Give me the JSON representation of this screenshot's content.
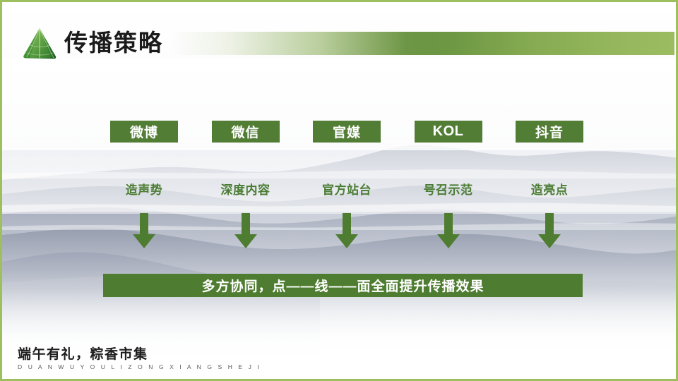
{
  "slide": {
    "title": "传播策略",
    "logo_icon": "zongzi-icon",
    "accent_color": "#527d35",
    "header_gradient_color": "#6d9743",
    "border_color": "#9dbf5e"
  },
  "channels": [
    {
      "name": "微博",
      "role": "造声势",
      "arrow_icon": "down-arrow-icon"
    },
    {
      "name": "微信",
      "role": "深度内容",
      "arrow_icon": "down-arrow-icon"
    },
    {
      "name": "官媒",
      "role": "官方站台",
      "arrow_icon": "down-arrow-icon"
    },
    {
      "name": "KOL",
      "role": "号召示范",
      "arrow_icon": "down-arrow-icon"
    },
    {
      "name": "抖音",
      "role": "造亮点",
      "arrow_icon": "down-arrow-icon"
    }
  ],
  "summary": {
    "text": "多方协同，点——线——面全面提升传播效果"
  },
  "footer": {
    "brand_cn": "端午有礼，粽香市集",
    "brand_pinyin": "D U A N W U Y O U L I   Z O N G X I A N G S H E J I"
  }
}
